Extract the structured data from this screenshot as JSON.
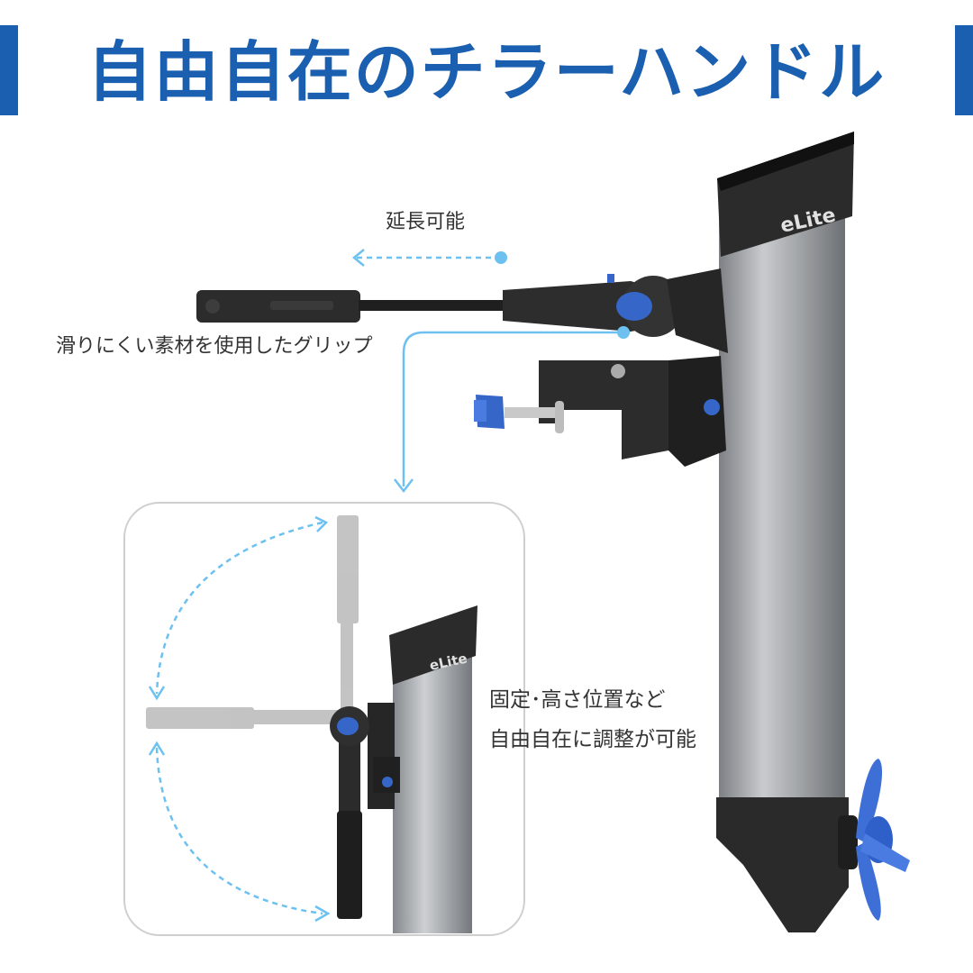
{
  "header": {
    "title": "自由自在のチラーハンドル",
    "accent_color": "#1a5fb0"
  },
  "labels": {
    "extendable": "延長可能",
    "grip": "滑りにくい素材を使用したグリップ",
    "position_line1": "固定･高さ位置など",
    "position_line2": "自由自在に調整が可能"
  },
  "brand": {
    "logo_main": "eLite",
    "logo_inset": "eLite"
  },
  "colors": {
    "motor_shaft": "#9a9da1",
    "motor_dark": "#2b2b2b",
    "propeller": "#3d6fd6",
    "dashed_arrow": "#6cc1f0"
  }
}
